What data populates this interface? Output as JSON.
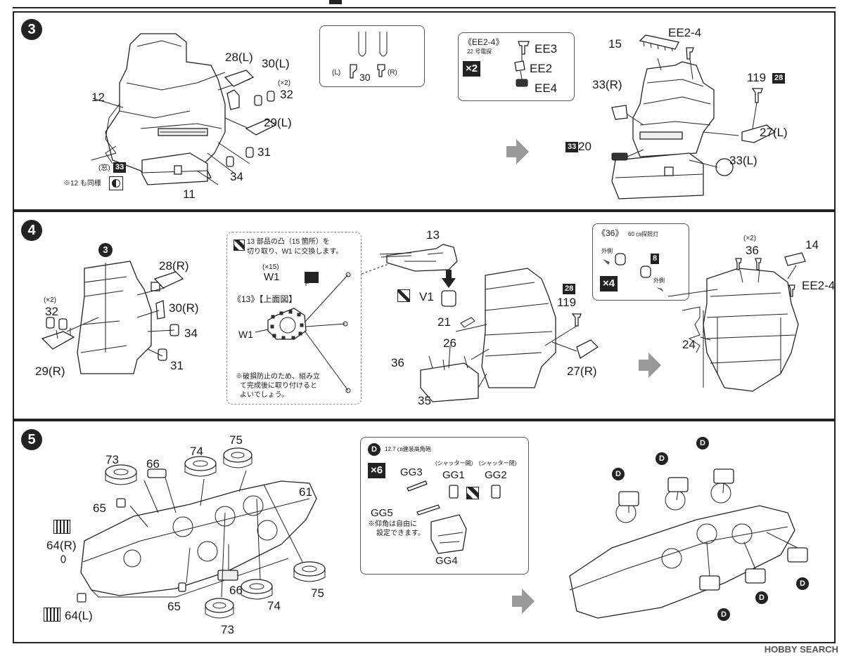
{
  "step3": {
    "num": "3",
    "labels": {
      "p12": "12",
      "p11": "11",
      "p28l": "28(L)",
      "p30l": "30(L)",
      "x2": "(×2)",
      "p32": "32",
      "p29l": "29(L)",
      "p31": "31",
      "p34": "34",
      "window": "(窓)",
      "b33": "33",
      "note12": "※12 も同様",
      "l": "(L)",
      "p30": "30",
      "r": "(R)"
    },
    "ee_box": {
      "title": "《EE2-4》",
      "sub": "22 号電探",
      "qty": "×2",
      "ee3": "EE3",
      "ee2": "EE2",
      "ee4": "EE4"
    },
    "result": {
      "p15": "15",
      "ee24": "EE2-4",
      "p119": "119",
      "b28": "28",
      "p33r": "33(R)",
      "p27l": "27(L)",
      "b33": "33",
      "p20": "20",
      "p33l": "33(L)"
    }
  },
  "step4": {
    "num": "4",
    "labels": {
      "ref3": "3",
      "p28r": "28(R)",
      "x2": "(×2)",
      "p32": "32",
      "p30r": "30(R)",
      "p34": "34",
      "p29r": "29(R)",
      "p31": "31"
    },
    "detail": {
      "line1": "13 部品の凸（15 箇所）を",
      "line2": "切り取り、W1 に交換します。",
      "x15": "(×15)",
      "w1": "W1",
      "top_title": "《13》【上面図】",
      "w1b": "W1",
      "note1": "※破損防止のため、組み立",
      "note2": "て完成後に取り付けると",
      "note3": "よいでしょう。"
    },
    "mid": {
      "p13": "13",
      "v1": "V1",
      "p21": "21",
      "p26": "26",
      "p36": "36",
      "p35": "35",
      "b28": "28",
      "p119": "119",
      "p27r": "27(R)"
    },
    "lamp_box": {
      "title": "《36》",
      "sub": "60 ㎝探照灯",
      "outside1": "外側",
      "b8": "8",
      "qty": "×4",
      "outside2": "外側"
    },
    "result": {
      "x2": "(×2)",
      "p36": "36",
      "p14": "14",
      "ee24": "EE2-4",
      "p24": "24"
    }
  },
  "step5": {
    "num": "5",
    "labels": {
      "p73a": "73",
      "p66a": "66",
      "p74a": "74",
      "p75a": "75",
      "p61": "61",
      "p65a": "65",
      "p64r": "64(R)",
      "p65b": "65",
      "p66b": "66",
      "p74b": "74",
      "p75b": "75",
      "p73b": "73",
      "p64l": "64(L)"
    },
    "gun_box": {
      "d": "D",
      "title": "12.7 ㎝連装高角砲",
      "qty": "×6",
      "gg3": "GG3",
      "shutter_open": "(シャッター開)",
      "shutter_closed": "(シャッター閉)",
      "gg1": "GG1",
      "gg2": "GG2",
      "gg5": "GG5",
      "note1": "※仰角は自由に",
      "note2": "設定できます。",
      "gg4": "GG4"
    },
    "d_marker": "D"
  },
  "watermark": "HOBBY SEARCH",
  "colors": {
    "ink": "#222222",
    "paper": "#ffffff",
    "shade": "#eeeeee"
  }
}
